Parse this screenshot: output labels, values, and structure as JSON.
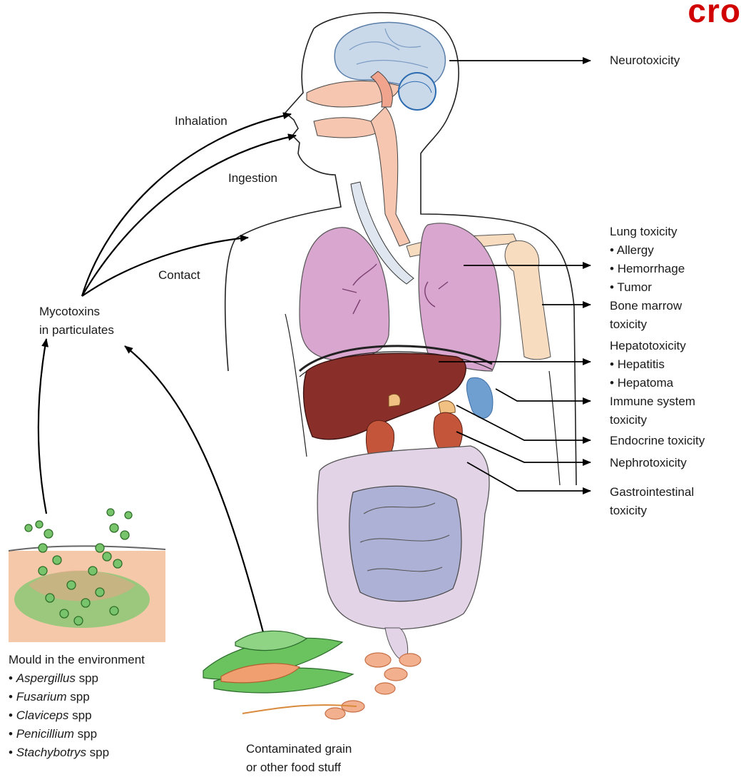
{
  "watermark": "cro",
  "routes": {
    "inhalation": "Inhalation",
    "ingestion": "Ingestion",
    "contact": "Contact"
  },
  "source_center": "Mycotoxins\nin particulates",
  "mould": {
    "title": "Mould in the environment",
    "genera": [
      {
        "genus": "Aspergillus",
        "suffix": " spp"
      },
      {
        "genus": "Fusarium",
        "suffix": " spp"
      },
      {
        "genus": "Claviceps",
        "suffix": " spp"
      },
      {
        "genus": "Penicillium",
        "suffix": " spp"
      },
      {
        "genus": "Stachybotrys",
        "suffix": " spp"
      }
    ]
  },
  "grain": {
    "label": "Contaminated grain\nor other food stuff"
  },
  "effects": {
    "neuro": "Neurotoxicity",
    "lung": {
      "title": "Lung toxicity",
      "items": [
        "Allergy",
        "Hemorrhage",
        "Tumor"
      ]
    },
    "bone": "Bone marrow\ntoxicity",
    "hepato": {
      "title": "Hepatotoxicity",
      "items": [
        "Hepatitis",
        "Hepatoma"
      ]
    },
    "immune": "Immune system\ntoxicity",
    "endocrine": "Endocrine toxicity",
    "nephro": "Nephrotoxicity",
    "gi": "Gastrointestinal\ntoxicity"
  },
  "colors": {
    "brain": "#c9d9ea",
    "lung": "#d9a6d0",
    "liver": "#8a2e2a",
    "kidney": "#c4553a",
    "intestine": "#aeb1d6",
    "colon": "#e2d3e6",
    "bone": "#f7dcc0",
    "mould": "#7cc86e",
    "soil": "#f6c8aa",
    "corn_husk": "#6ac35f",
    "corn_kernel": "#f0a070",
    "watermark": "#d10000"
  }
}
